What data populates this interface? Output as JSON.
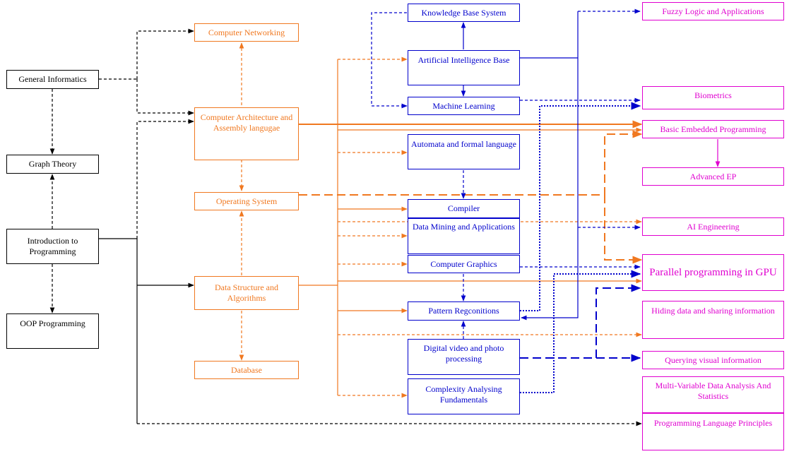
{
  "colors": {
    "black": "#000000",
    "orange": "#f07820",
    "blue": "#0000cc",
    "magenta": "#e000d0"
  },
  "nodes": {
    "general_informatics": "General Informatics",
    "graph_theory": "Graph Theory",
    "intro_programming": "Introduction to Programming",
    "oop_programming": "OOP Programming",
    "computer_networking": "Computer Networking",
    "computer_architecture": "Computer Architecture and Assembly langugae",
    "operating_system": "Operating System",
    "data_structure": "Data Structure and Algorithms",
    "database": "Database",
    "knowledge_base": "Knowledge Base System",
    "ai_base": "Artificial Intelligence Base",
    "machine_learning": "Machine Learning",
    "automata": "Automata and formal language",
    "compiler": "Compiler",
    "data_mining": "Data Mining and Applications",
    "computer_graphics": "Computer Graphics",
    "pattern_recognition": "Pattern Regconitions",
    "digital_video": "Digital video and photo processing",
    "complexity": "Complexity Analysing Fundamentals",
    "fuzzy_logic": "Fuzzy Logic and Applications",
    "biometrics": "Biometrics",
    "basic_embedded": "Basic Embedded Programming",
    "advanced_ep": "Advanced EP",
    "ai_engineering": "AI Engineering",
    "parallel_gpu": "Parallel programming in GPU",
    "hiding_data": "Hiding data and sharing information",
    "querying_visual": "Querying visual information",
    "multi_variable": "Multi-Variable Data Analysis And Statistics",
    "prog_lang_principles": "Programming Language Principles"
  }
}
